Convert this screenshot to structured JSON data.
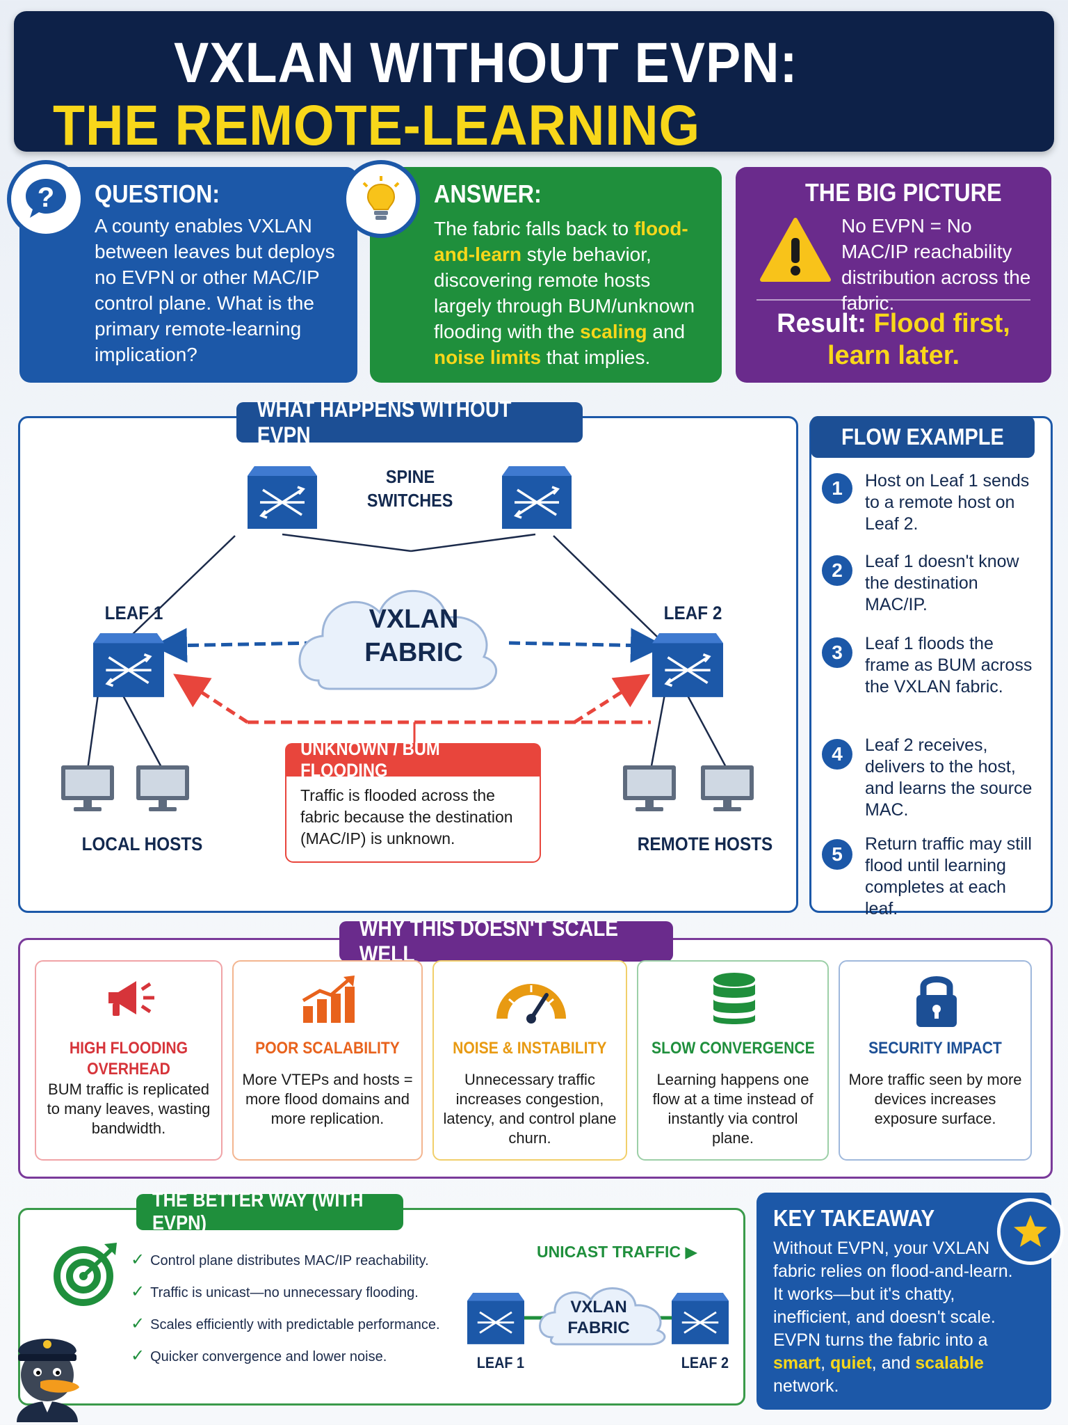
{
  "header": {
    "line1": "VXLAN WITHOUT EVPN:",
    "line2": "THE REMOTE-LEARNING IMPLICATION"
  },
  "question": {
    "title": "QUESTION:",
    "text": "A county enables VXLAN between leaves but deploys no EVPN or other MAC/IP control plane. What is the primary remote-learning implication?"
  },
  "answer": {
    "title": "ANSWER:",
    "p1": "The fabric falls back to ",
    "h1": "flood-and-learn",
    "p2": " style behavior, discovering remote hosts largely through BUM/unknown flooding with the ",
    "h2": "scaling",
    "p3": " and ",
    "h3": "noise limits",
    "p4": " that implies."
  },
  "big_picture": {
    "title": "THE BIG PICTURE",
    "text": "No EVPN = No MAC/IP reachability distribution across the fabric.",
    "result_label": "Result: ",
    "result_a": "Flood first,",
    "result_b": "learn later."
  },
  "diagram": {
    "title": "WHAT HAPPENS WITHOUT EVPN",
    "spine_label_1": "SPINE",
    "spine_label_2": "SWITCHES",
    "leaf1": "LEAF 1",
    "leaf2": "LEAF 2",
    "cloud_1": "VXLAN",
    "cloud_2": "FABRIC",
    "local_hosts": "LOCAL HOSTS",
    "remote_hosts": "REMOTE HOSTS",
    "bum_title": "UNKNOWN / BUM FLOODING",
    "bum_text": "Traffic is flooded across the fabric because the destination (MAC/IP) is unknown."
  },
  "flow": {
    "title": "FLOW EXAMPLE",
    "steps": [
      {
        "num": "1",
        "text": "Host on Leaf 1 sends to a remote host on Leaf 2."
      },
      {
        "num": "2",
        "text": "Leaf 1 doesn't know the destination MAC/IP."
      },
      {
        "num": "3",
        "text": "Leaf 1 floods the frame as BUM across the VXLAN fabric."
      },
      {
        "num": "4",
        "text": "Leaf 2 receives, delivers to the host, and learns the source MAC."
      },
      {
        "num": "5",
        "text": "Return traffic may still flood until learning completes at each leaf."
      }
    ]
  },
  "why": {
    "title": "WHY THIS DOESN'T SCALE WELL",
    "cards": [
      {
        "title": "HIGH FLOODING OVERHEAD",
        "text": "BUM traffic is replicated to many leaves, wasting bandwidth.",
        "color": "#d6343a",
        "icon": "megaphone-icon"
      },
      {
        "title": "POOR SCALABILITY",
        "text": "More VTEPs and hosts = more flood domains and more replication.",
        "color": "#e8621c",
        "icon": "bar-chart-icon"
      },
      {
        "title": "NOISE & INSTABILITY",
        "text": "Unnecessary traffic increases congestion, latency, and control plane churn.",
        "color": "#e89a12",
        "icon": "speedometer-icon"
      },
      {
        "title": "SLOW CONVERGENCE",
        "text": "Learning happens one flow at a time instead of instantly via control plane.",
        "color": "#1f8f3c",
        "icon": "database-icon"
      },
      {
        "title": "SECURITY IMPACT",
        "text": "More traffic seen by more devices increases exposure surface.",
        "color": "#1c4f95",
        "icon": "lock-icon"
      }
    ]
  },
  "better": {
    "title": "THE BETTER WAY (WITH EVPN)",
    "items": [
      "Control plane distributes MAC/IP reachability.",
      "Traffic is unicast—no unnecessary flooding.",
      "Scales efficiently with predictable performance.",
      "Quicker convergence and lower noise."
    ],
    "unicast_label": "UNICAST TRAFFIC",
    "cloud_1": "VXLAN",
    "cloud_2": "FABRIC",
    "leaf1": "LEAF 1",
    "leaf2": "LEAF 2"
  },
  "key": {
    "title": "KEY TAKEAWAY",
    "p1": "Without EVPN, your VXLAN fabric relies on flood-and-learn. It works—but it's chatty, inefficient, and doesn't scale. EVPN turns the fabric into a ",
    "h1": "smart",
    "p2": ", ",
    "h2": "quiet",
    "p3": ", and ",
    "h3": "scalable",
    "p4": " network."
  },
  "colors": {
    "navy": "#0d2148",
    "blue": "#1c58a8",
    "green": "#1f8f3c",
    "purple": "#6a2b8c",
    "yellow": "#f8d71a",
    "red": "#e8453c"
  }
}
